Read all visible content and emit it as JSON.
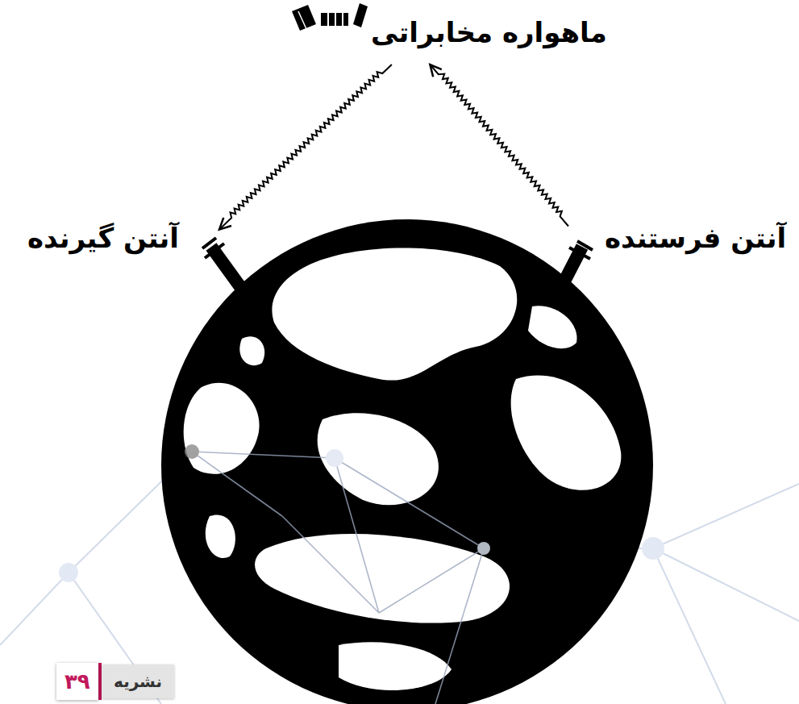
{
  "diagram": {
    "nodes": [
      {
        "text": [
          "ماهواره مخابراتی"
        ]
      },
      {
        "text": [
          "آنتن فرستنده"
        ]
      },
      {
        "text": [
          "آنتن گیرنده"
        ]
      }
    ],
    "edges": [
      {
        "from": 1,
        "to": 0,
        "arrow": "to"
      },
      {
        "from": 0,
        "to": 2,
        "arrow": "to"
      }
    ],
    "labels": [
      "۳۹",
      "نشریه"
    ]
  }
}
